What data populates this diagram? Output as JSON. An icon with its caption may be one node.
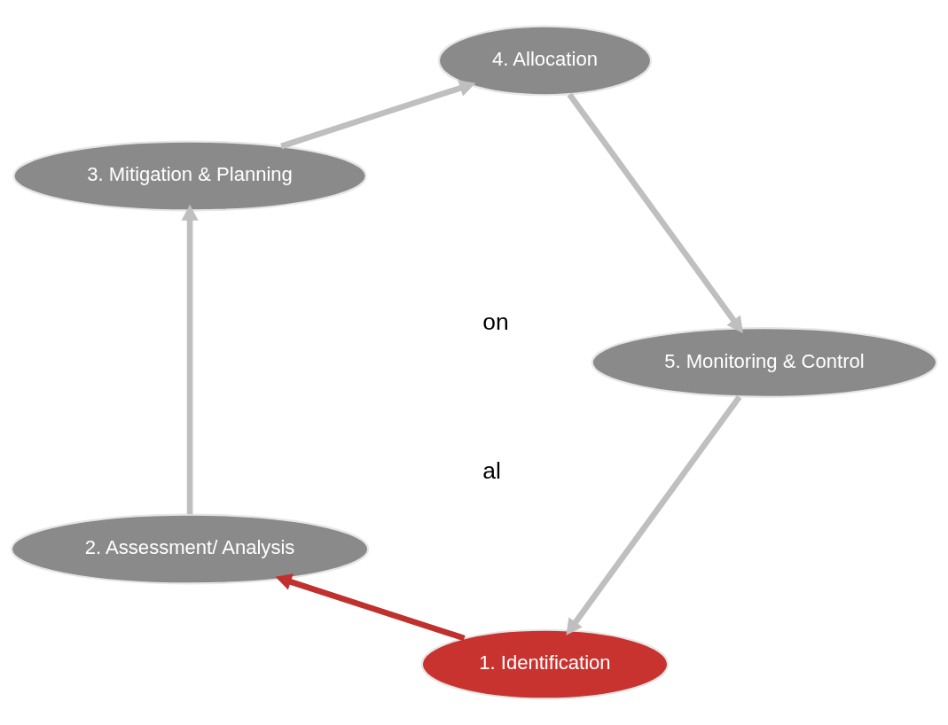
{
  "diagram": {
    "nodes": [
      {
        "text": [
          "1. Identification"
        ]
      },
      {
        "text": [
          "2. Assessment/ Analysis"
        ]
      },
      {
        "text": [
          "3. Mitigation & Planning"
        ]
      },
      {
        "text": [
          "4. Allocation"
        ]
      },
      {
        "text": [
          "5. Monitoring & Control"
        ]
      }
    ],
    "edges": [
      {
        "from": 0,
        "to": 1,
        "arrow": "to",
        "color": "#c0302d"
      },
      {
        "from": 1,
        "to": 2,
        "arrow": "to"
      },
      {
        "from": 2,
        "to": 3,
        "arrow": "to"
      },
      {
        "from": 3,
        "to": 4,
        "arrow": "to"
      },
      {
        "from": 4,
        "to": 0,
        "arrow": "to"
      }
    ],
    "labels": [
      "on",
      "al"
    ]
  }
}
